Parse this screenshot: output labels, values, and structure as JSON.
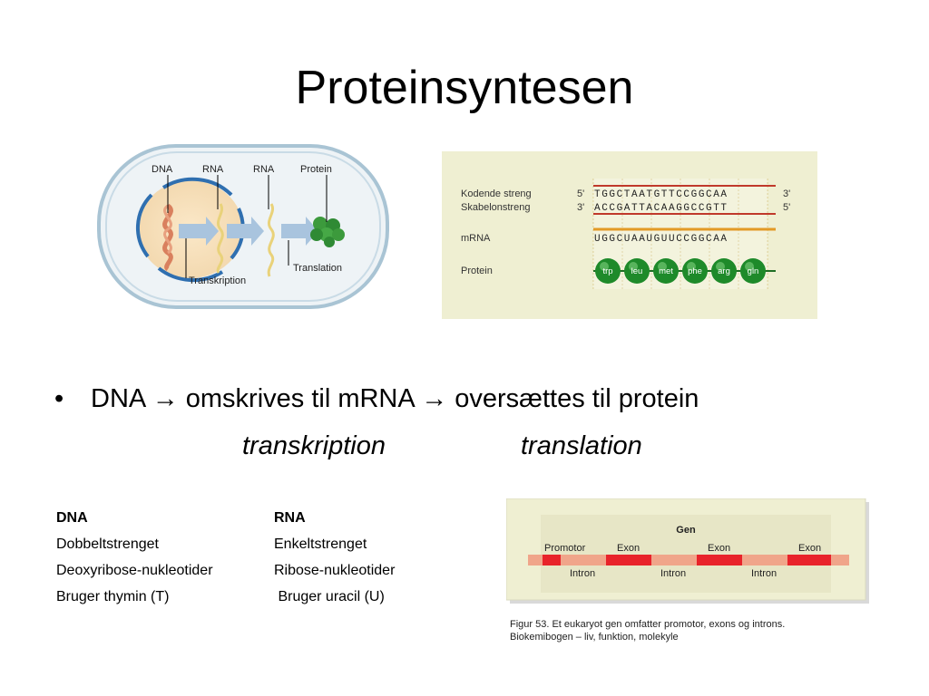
{
  "title": "Proteinsyntesen",
  "cell_diagram": {
    "labels": {
      "dna": "DNA",
      "rna1": "RNA",
      "rna2": "RNA",
      "protein": "Protein",
      "transkription": "Transkription",
      "translation": "Translation"
    }
  },
  "sequence_panel": {
    "rows": {
      "kodende": {
        "label": "Kodende streng",
        "left_end": "5'",
        "sequence": "TGGCTAATGTTCCGGCAA",
        "right_end": "3'"
      },
      "skabelon": {
        "label": "Skabelonstreng",
        "left_end": "3'",
        "sequence": "ACCGATTACAAGGCCGTT",
        "right_end": "5'"
      },
      "mrna": {
        "label": "mRNA",
        "sequence": "UGGCUAAUGUUCCGGCAA"
      },
      "protein": {
        "label": "Protein",
        "amino_acids": [
          "trp",
          "leu",
          "met",
          "phe",
          "arg",
          "gln"
        ]
      }
    },
    "colors": {
      "dna_line": "#c0392b",
      "mrna_line": "#e39a26",
      "amino_acid": "#1e8a2a"
    }
  },
  "bullet": {
    "symbol": "•",
    "dna": "DNA",
    "arrow": "→",
    "part1": "omskrives til mRNA",
    "part2": "oversættes til protein",
    "sub1": "transkription",
    "sub2": "translation"
  },
  "comparison_table": {
    "dna": {
      "header": "DNA",
      "rows": [
        "Dobbeltstrenget",
        "Deoxyribose-nukleotider",
        "Bruger thymin (T)"
      ]
    },
    "rna": {
      "header": "RNA",
      "rows": [
        "Enkeltstrenget",
        "Ribose-nukleotider",
        " Bruger uracil (U)"
      ]
    }
  },
  "gene_figure": {
    "title": "Gen",
    "promotor": "Promotor",
    "exons": [
      "Exon",
      "Exon",
      "Exon"
    ],
    "introns": [
      "Intron",
      "Intron",
      "Intron"
    ],
    "caption_line1": "Figur 53. Et eukaryot gen omfatter promotor, exons og introns.",
    "caption_line2": "Biokemibogen – liv, funktion, molekyle",
    "colors": {
      "exon": "#e8232a",
      "intron": "#f0a58a",
      "panel": "#efefd2"
    }
  }
}
